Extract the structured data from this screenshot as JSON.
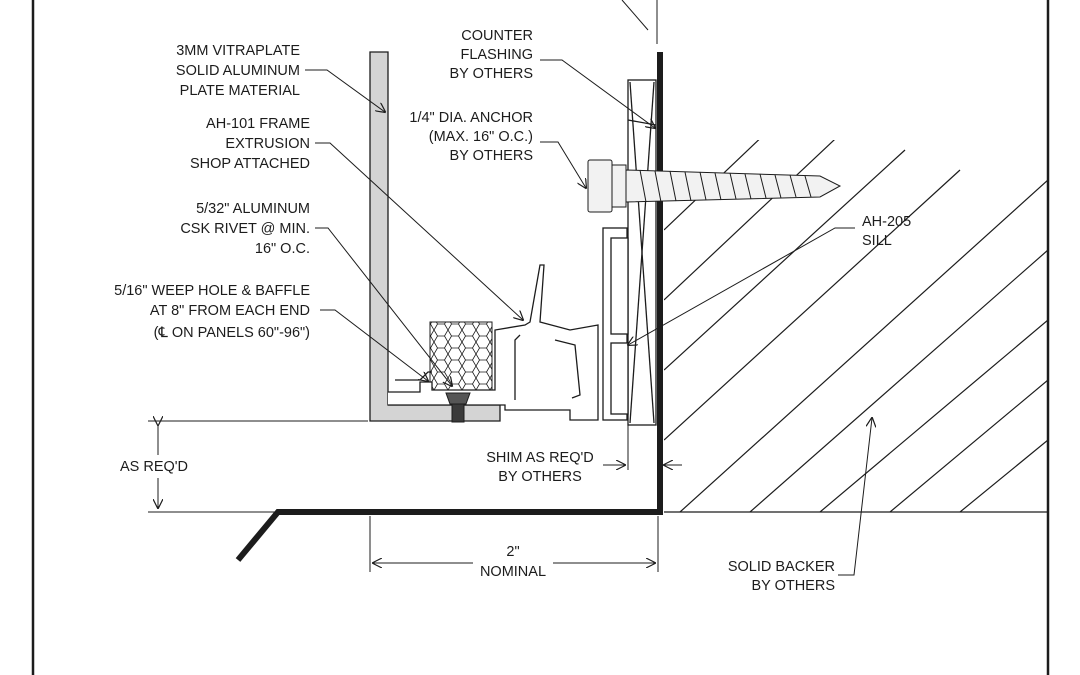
{
  "labels": {
    "counter_flashing": [
      "COUNTER",
      "FLASHING",
      "BY OTHERS"
    ],
    "vitraplate": [
      "3MM VITRAPLATE",
      "SOLID ALUMINUM",
      "PLATE MATERIAL"
    ],
    "frame_extrusion": [
      "AH-101 FRAME",
      "EXTRUSION",
      "SHOP ATTACHED"
    ],
    "anchor": [
      "1/4\" DIA. ANCHOR",
      "(MAX. 16\" O.C.)",
      "BY OTHERS"
    ],
    "rivet": [
      "5/32\" ALUMINUM",
      "CSK RIVET @ MIN.",
      "16\" O.C."
    ],
    "sill": [
      "AH-205",
      "SILL"
    ],
    "weep_hole": [
      "5/16\" WEEP HOLE & BAFFLE",
      "AT 8\" FROM EACH END",
      "(℄ ON PANELS 60\"-96\")"
    ],
    "as_reqd": "AS REQ'D",
    "shim": [
      "SHIM AS REQ'D",
      "BY OTHERS"
    ],
    "nominal": [
      "2\"",
      "NOMINAL"
    ],
    "solid_backer": [
      "SOLID BACKER",
      "BY OTHERS"
    ]
  },
  "colors": {
    "line": "#1c1c1c",
    "panel_fill": "#d4d4d4",
    "anchor_fill": "#f2f2f2"
  }
}
